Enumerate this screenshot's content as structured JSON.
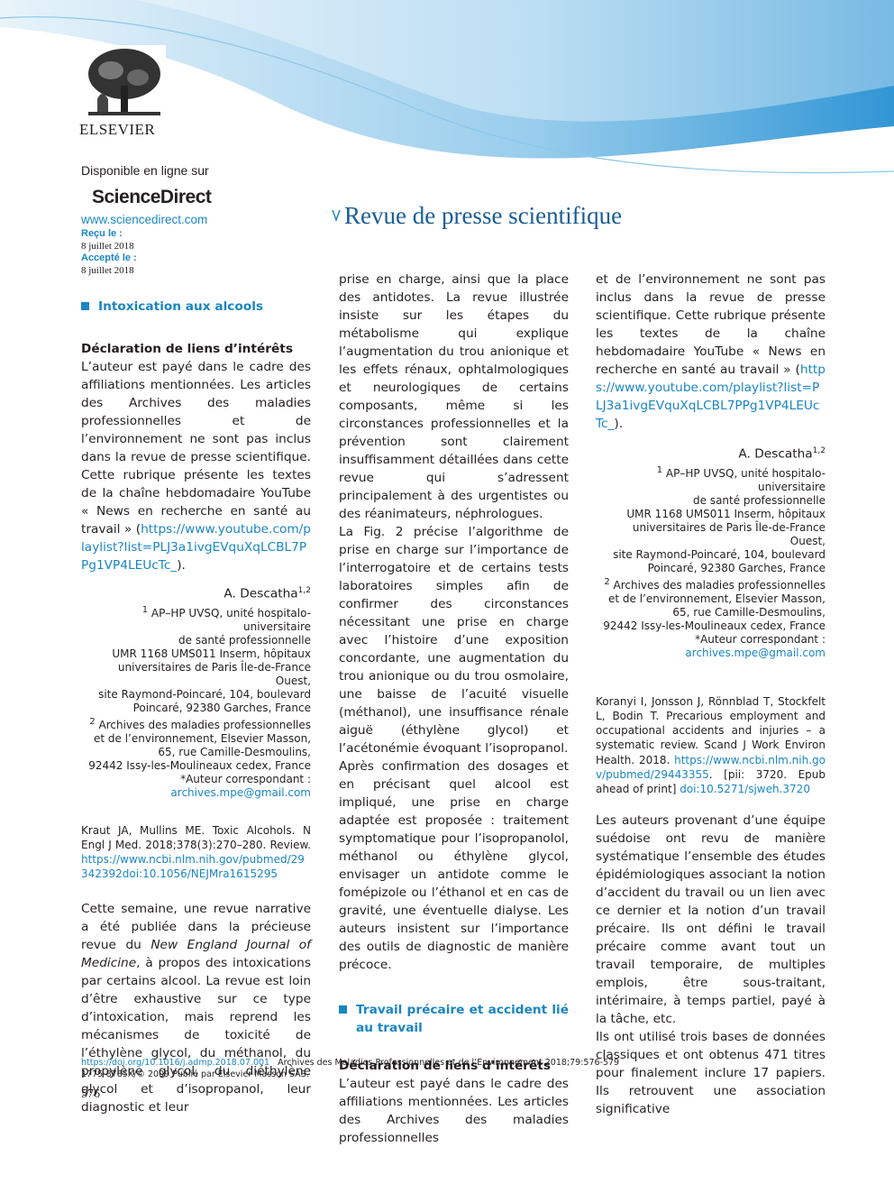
{
  "header": {
    "publisher": "ELSEVIER",
    "available_online": "Disponible en ligne sur",
    "sciencedirect": "ScienceDirect",
    "sciencedirect_url": "www.sciencedirect.com",
    "received_label": "Reçu le :",
    "received_date": "8 juillet 2018",
    "accepted_label": "Accepté le :",
    "accepted_date": "8 juillet 2018",
    "rubric_title": "Revue de presse scientifique"
  },
  "col1": {
    "section_title": "Intoxication aux alcools",
    "disclosure_head": "Déclaration de liens d’intérêts",
    "disclosure_text": "L’auteur est payé dans le cadre des affiliations mentionnées. Les articles des Archives des maladies professionnelles et de l’environnement ne sont pas inclus dans la revue de presse scientifique. Cette rubrique présente les textes de la chaîne hebdomadaire YouTube « News en recherche en santé au travail » (",
    "youtube_link": "https://www.youtube.com/playlist?list=PLJ3a1ivgEVquXqLCBL7PPg1VP4LEUcTc_",
    "disclosure_end": ").",
    "author": "A. Descatha",
    "author_sup": "1,2",
    "aff1_sup": "1",
    "aff1_lines": [
      "AP–HP UVSQ, unité hospitalo-universitaire",
      "de santé professionnelle",
      "UMR 1168 UMS011 Inserm, hôpitaux",
      "universitaires de Paris Île-de-France Ouest,",
      "site Raymond-Poincaré, 104, boulevard",
      "Poincaré, 92380 Garches, France"
    ],
    "aff2_sup": "2",
    "aff2_lines": [
      "Archives des maladies professionnelles",
      "et de l’environnement, Elsevier Masson,",
      "65, rue Camille-Desmoulins,",
      "92442 Issy-les-Moulineaux cedex, France"
    ],
    "corresp": "*Auteur correspondant :",
    "email": "archives.mpe@gmail.com",
    "ref_text": "Kraut JA, Mullins ME. Toxic Alcohols. N Engl J Med. 2018;378(3):270–280. Review. ",
    "ref_link": "https://www.ncbi.nlm.nih.gov/pubmed/29342392doi:10.1056/NEJMra1615295",
    "body_a": "Cette semaine, une revue narrative a été publiée dans la précieuse revue du ",
    "body_journal": "New England Journal of Medicine",
    "body_b": ", à propos des intoxications par certains alcool. La revue est loin d’être exhaustive sur ce type d’intoxication, mais reprend les mécanismes de toxicité de l’éthylène glycol, du méthanol, du propylène glycol, du diéthylène glycol et d’isopropanol, leur diagnostic et leur"
  },
  "col2": {
    "p1": "prise en charge, ainsi que la place des antidotes. La revue illustrée insiste sur les étapes du métabolisme qui explique l’augmentation du trou anionique et les effets rénaux, ophtalmologiques et neurologiques de certains composants, même si les circonstances professionnelles et la prévention sont clairement insuffisamment détaillées dans cette revue qui s’adressent principalement à des urgentistes ou des réanimateurs, néphrologues.",
    "p2": "La Fig. 2 précise l’algorithme de prise en charge sur l’importance de l’interrogatoire et de certains tests laboratoires simples afin de confirmer des circonstances nécessitant une prise en charge avec l’histoire d’une exposition concordante, une augmentation du trou anionique ou du trou osmolaire, une baisse de l’acuité visuelle (méthanol), une insuffisance rénale aiguë (éthylène glycol) et l’acétonémie évoquant l’isopropanol.",
    "p3": "Après confirmation des dosages et en précisant quel alcool est impliqué, une prise en charge adaptée est proposée : traitement symptomatique pour l’isopropanolol, méthanol ou éthylène glycol, envisager un antidote comme le fomépizole ou l’éthanol et en cas de gravité, une éventuelle dialyse. Les auteurs insistent sur l’importance des outils de diagnostic de manière précoce.",
    "section_title": "Travail précaire et accident lié au travail",
    "disclosure_head": "Déclaration de liens d’intérêts",
    "disclosure_text": "L’auteur est payé dans le cadre des affiliations mentionnées. Les articles des Archives des maladies professionnelles"
  },
  "col3": {
    "p1": "et de l’environnement ne sont pas inclus dans la revue de presse scientifique. Cette rubrique présente les textes de la chaîne hebdomadaire YouTube « News en recherche en santé au travail » (",
    "youtube_link": "https://www.youtube.com/playlist?list=PLJ3a1ivgEVquXqLCBL7PPg1VP4LEUcTc_",
    "p1_end": ").",
    "author": "A. Descatha",
    "author_sup": "1,2",
    "aff1_sup": "1",
    "aff1_lines": [
      "AP–HP UVSQ, unité hospitalo-universitaire",
      "de santé professionnelle",
      "UMR 1168 UMS011 Inserm, hôpitaux",
      "universitaires de Paris Île-de-France Ouest,",
      "site Raymond-Poincaré, 104, boulevard",
      "Poincaré, 92380 Garches, France"
    ],
    "aff2_sup": "2",
    "aff2_lines": [
      "Archives des maladies professionnelles",
      "et de l’environnement, Elsevier Masson,",
      "65, rue Camille-Desmoulins,",
      "92442 Issy-les-Moulineaux cedex, France"
    ],
    "corresp": "*Auteur correspondant :",
    "email": "archives.mpe@gmail.com",
    "ref_text": "Koranyi I, Jonsson J, Rönnblad T, Stockfelt L, Bodin T. Precarious employment and occupational accidents and injuries – a systematic review. Scand J Work Environ Health. 2018. ",
    "ref_link": "https://www.ncbi.nlm.nih.gov/pubmed/29443355",
    "ref_mid": ". [pii: 3720. Epub ahead of print] ",
    "ref_doi": "doi:10.5271/sjweh.3720",
    "p2": "Les auteurs provenant d’une équipe suédoise ont revu de manière systématique l’ensemble des études épidémiologiques associant la notion d’accident du travail ou un lien avec ce dernier et la notion d’un travail précaire. Ils ont défini le travail précaire comme avant tout un travail temporaire, de multiples emplois, être sous-traitant, intérimaire, à temps partiel, payé à la tâche, etc.",
    "p3": "Ils ont utilisé trois bases de données classiques et ont obtenus 471 titres pour finalement inclure 17 papiers. Ils retrouvent une association significative"
  },
  "footer": {
    "doi": "https://doi.org/10.1016/j.admp.2018.07.001",
    "journal": "Archives des Maladies Professionnelles et de l’Environnement 2018;79:576-579",
    "issn": "1775-8785X/© 2009 Publié par Elsevier Masson SAS.",
    "page": "576"
  },
  "colors": {
    "accent": "#1a86c3",
    "title": "#1a5d94"
  }
}
